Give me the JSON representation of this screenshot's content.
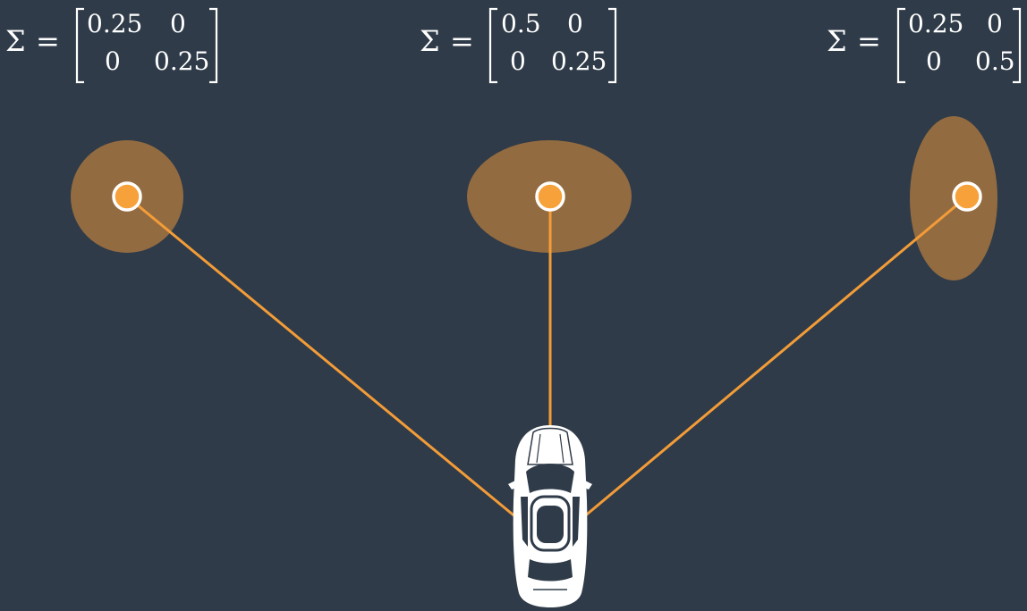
{
  "diagram": {
    "colors": {
      "background": "#2f3b48",
      "uncertainty_fill": "#936b41",
      "connector": "#f39c38",
      "landmark_dot": "#f7a13b",
      "landmark_ring": "#ffffff",
      "car": "#ffffff"
    },
    "landmarks": [
      {
        "symbol": "Σ",
        "equals": "=",
        "matrix": [
          [
            "0.25",
            "0"
          ],
          [
            "0",
            "0.25"
          ]
        ]
      },
      {
        "symbol": "Σ",
        "equals": "=",
        "matrix": [
          [
            "0.5",
            "0"
          ],
          [
            "0",
            "0.25"
          ]
        ]
      },
      {
        "symbol": "Σ",
        "equals": "=",
        "matrix": [
          [
            "0.25",
            "0"
          ],
          [
            "0",
            "0.5"
          ]
        ]
      }
    ],
    "vehicle_icon": "car-top-view-icon"
  }
}
